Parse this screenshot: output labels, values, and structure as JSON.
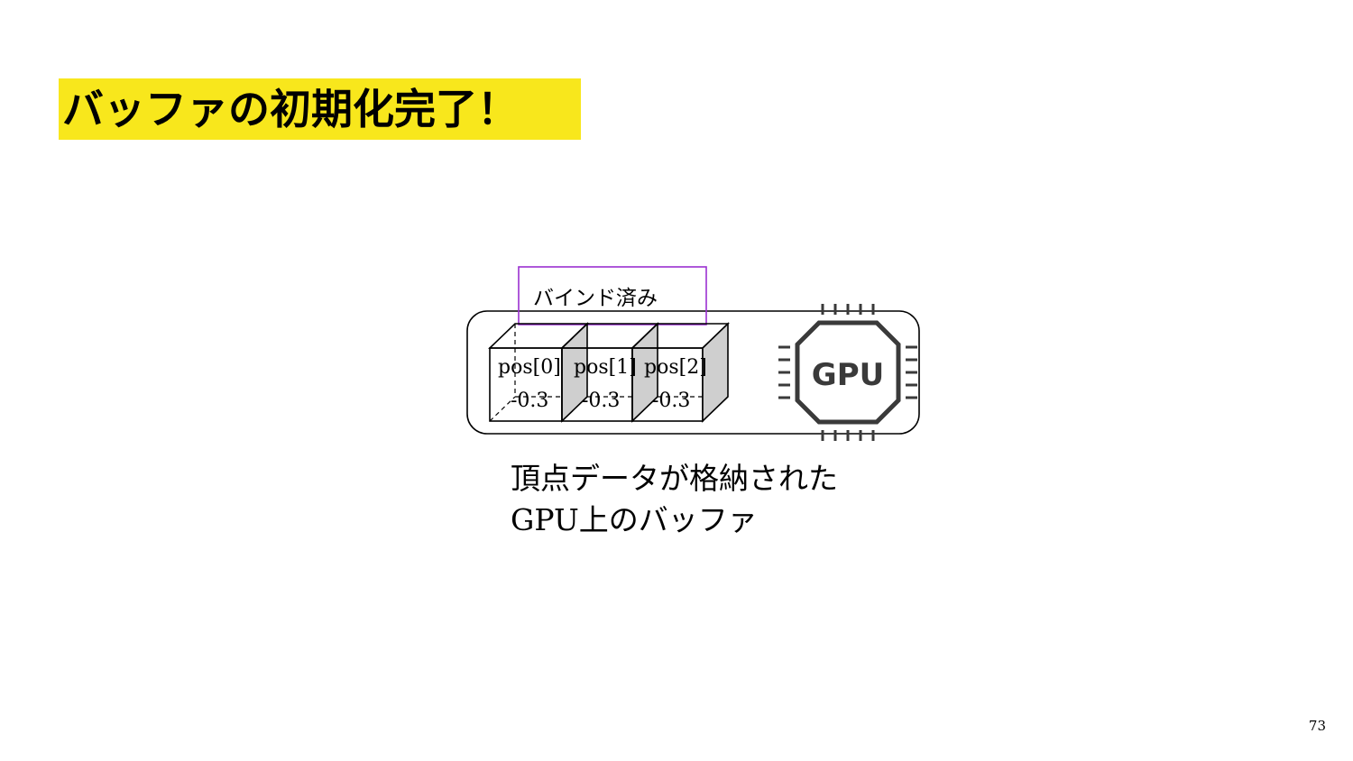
{
  "slide": {
    "title": "バッファの初期化完了！",
    "page_number": "73",
    "highlight_color": "#f8e71c"
  },
  "diagram": {
    "bind_label": "バインド済み",
    "bind_box_color": "#9b30d0",
    "gpu_label": "GPU",
    "gpu_icon": "gpu-chip-icon",
    "cells": [
      {
        "name": "pos[0]",
        "value": "-0.3"
      },
      {
        "name": "pos[1]",
        "value": "-0.3"
      },
      {
        "name": "pos[2]",
        "value": "-0.3"
      }
    ],
    "caption_line1": "頂点データが格納された",
    "caption_line2": "GPU上のバッファ"
  }
}
